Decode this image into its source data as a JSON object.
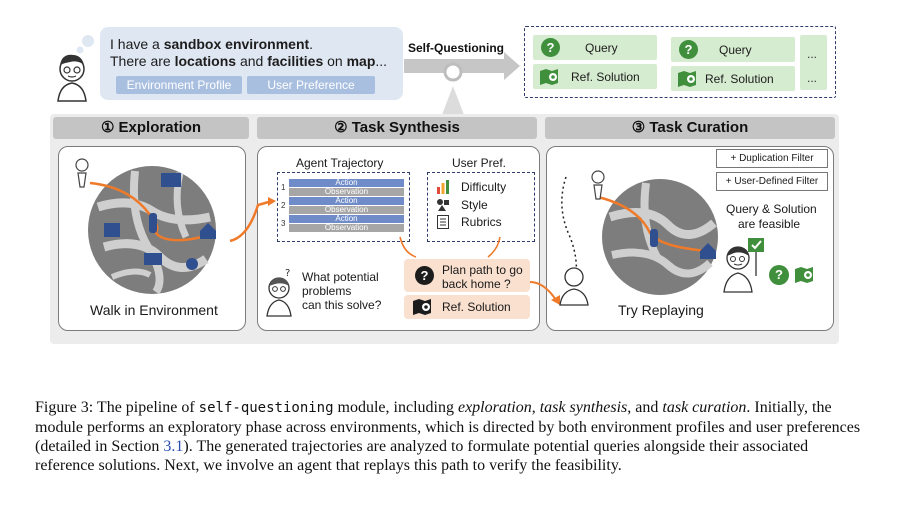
{
  "bubble": {
    "line1_pre": "I have a ",
    "line1_bold": "sandbox environment",
    "line1_post": ".",
    "line2_pre": "There are ",
    "line2_bold1": "locations",
    "line2_mid": " and ",
    "line2_bold2": "facilities",
    "line2_post": " on ",
    "line2_bold3": "map",
    "line2_end": "...",
    "pill_env": "Environment Profile",
    "pill_user": "User Preference"
  },
  "self_questioning_label": "Self-Questioning",
  "outputs": {
    "query": "Query",
    "ref_solution": "Ref. Solution",
    "ellipsis": "..."
  },
  "panels": {
    "exploration": {
      "title": "① Exploration",
      "caption": "Walk in Environment"
    },
    "synthesis": {
      "title": "② Task Synthesis",
      "traj_title": "Agent Trajectory",
      "pref_title": "User Pref.",
      "action": "Action",
      "observation": "Observation",
      "nums": [
        "1",
        "2",
        "3"
      ],
      "prefs": [
        "Difficulty",
        "Style",
        "Rubrics"
      ],
      "question_line1": "What potential",
      "question_line2": "problems",
      "question_line3": "can this solve?",
      "plan_line1": "Plan path to go",
      "plan_line2": "back home ?",
      "ref_solution": "Ref. Solution"
    },
    "curation": {
      "title": "③ Task Curation",
      "filter1": "+ Duplication Filter",
      "filter2": "+ User-Defined Filter",
      "feasible_line1": "Query & Solution",
      "feasible_line2": "are feasible",
      "caption": "Try Replaying"
    }
  },
  "caption": {
    "label": "Figure 3: The pipeline of ",
    "module": "self-questioning",
    "text1": " module, including ",
    "it1": "exploration",
    "sep1": ", ",
    "it2": "task synthesis",
    "sep2": ", and ",
    "it3": "task curation",
    "text2": ". Initially, the module performs an exploratory phase across environments, which is directed by both environment profiles and user preferences (detailed in Section ",
    "section": "3.1",
    "text3": "). The generated trajectories are analyzed to formulate potential queries alongside their associated reference solutions. Next, we involve an agent that replays this path to verify the feasibility."
  },
  "colors": {
    "bubble": "#dfe7f3",
    "pill": "#a9bfe0",
    "green_cell": "#d6ecd0",
    "green_icon": "#3f8f3d",
    "orange_path": "#ef7a2a",
    "action_bar": "#6f8cc8",
    "observation_bar": "#a6a6a6",
    "peach": "#fae0cf",
    "header_gray": "#c4c4c4",
    "dashed_navy": "#2f3d6c",
    "link_blue": "#2a4fb0"
  }
}
